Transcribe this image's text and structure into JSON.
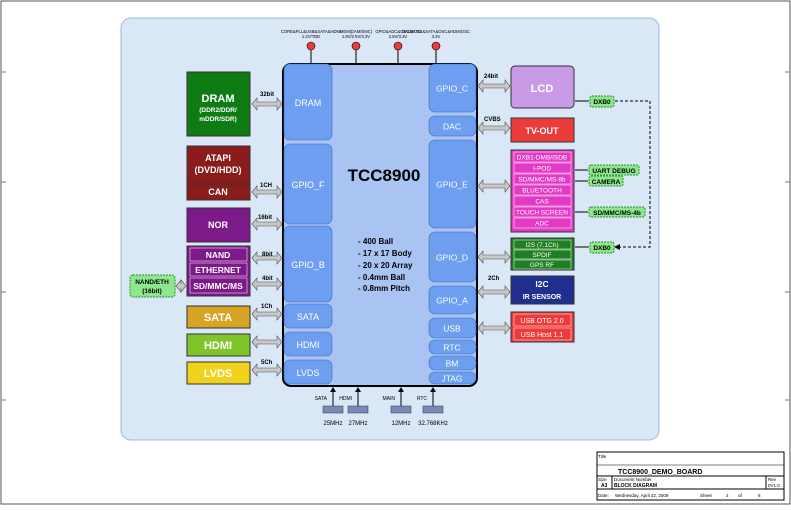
{
  "chip": {
    "name": "TCC8900",
    "left_ports": [
      "DRAM",
      "GPIO_F",
      "GPIO_B",
      "SATA",
      "HDMI",
      "LVDS"
    ],
    "right_ports": [
      "GPIO_C",
      "DAC",
      "GPIO_E",
      "GPIO_D",
      "GPIO_A",
      "USB",
      "RTC",
      "BM",
      "JTAG"
    ],
    "specs": [
      "- 400 Ball",
      "- 17 x 17 Body",
      "- 20 x 20 Array",
      "- 0.4mm Ball",
      "- 0.8mm Pitch"
    ]
  },
  "power_pins": [
    {
      "name": "CORE&PLL&USB&SATA&HDMI",
      "voltage": "1.2V/TBD"
    },
    {
      "name": "MEM(DAM/EMC)",
      "voltage": "1.8V/2.5V/3.3V"
    },
    {
      "name": "GPIO&ADC&OSC&RTC",
      "voltage": "2.8V/3.3V"
    },
    {
      "name": "DAC&USB&SATA&OSC&HDMIOSC",
      "voltage": "3.3V"
    }
  ],
  "left_blocks": {
    "dram": {
      "title": "DRAM",
      "sub": "(DDR2/DDR/\nmDDR/SDR)"
    },
    "atapi": "ATAPI\n(DVD/HDD)",
    "can": "CAN",
    "nor": "NOR",
    "nand": "NAND",
    "ethernet": "ETHERNET",
    "sdmmc": "SD/MMC/MS",
    "nand_eth": "NAND/ETH\n(16bit)",
    "sata": "SATA",
    "hdmi": "HDMI",
    "lvds": "LVDS"
  },
  "left_bus_labels": {
    "dram": "32bit",
    "atapi": "1CH",
    "nor": "16bit",
    "nand": "8bit",
    "sdmmc": "4bit",
    "sata": "1Ch",
    "lvds": "5Ch"
  },
  "right_blocks": {
    "lcd": "LCD",
    "tvout": "TV-OUT",
    "gpio_e_items": [
      "DXB1-DMB/ISDB",
      "I-POD",
      "SD/MMC/MS-8b",
      "BLUETOOTH",
      "CAS",
      "TOUCH SCREEN",
      "ADC"
    ],
    "i2s_items": [
      "I2S (7.1Ch)",
      "SPDIF",
      "GPS RF"
    ],
    "i2c": "I2C",
    "ir": "IR SENSOR",
    "usb_otg": "USB OTG 2.0",
    "usb_host": "USB Host 1.1"
  },
  "right_bus_labels": {
    "lcd": "24bit",
    "tvout": "CVBS",
    "gpio_a": "2Ch"
  },
  "side_tags": {
    "dxb0_top": "DXB0",
    "uart": "UART DEBUG",
    "camera": "CAMERA",
    "sdmmc4": "SD/MMC/MS-4b",
    "dxb0_bottom": "DXB0"
  },
  "clocks": [
    {
      "label": "SATA",
      "freq": "25MHz"
    },
    {
      "label": "HDMI",
      "freq": "27MHz"
    },
    {
      "label": "MAIN",
      "freq": "12MHz"
    },
    {
      "label": "RTC",
      "freq": "32.768KHz"
    }
  ],
  "title_block": {
    "title_label": "Title",
    "title": "TCC8900_DEMO_BOARD",
    "size_label": "Size",
    "size": "A3",
    "docnum_label": "Document Number",
    "docnum": "BLOCK DIAGRAM",
    "rev_label": "Rev",
    "rev": "0V1.0",
    "date_label": "Date:",
    "date": "Wednesday, April 22, 2009",
    "sheet_label": "Sheet",
    "sheet": "2",
    "of_label": "of",
    "of": "6"
  },
  "colors": {
    "background_panel": "#d9e7f7",
    "chip": "#a9c4f2",
    "port": "#6d9eef",
    "green_dark": "#0f7c13",
    "maroon": "#8b1c1c",
    "purple": "#7d1a8a",
    "magenta": "#e23ac4",
    "yellow_gold": "#d8a424",
    "lime": "#7fc52a",
    "yellow": "#f0d21a",
    "lavender": "#c99ae6",
    "red": "#ec3b3b",
    "green_sub": "#1f7f23",
    "blue_dark": "#1f2f8f",
    "tag_green": "#8de88d"
  }
}
